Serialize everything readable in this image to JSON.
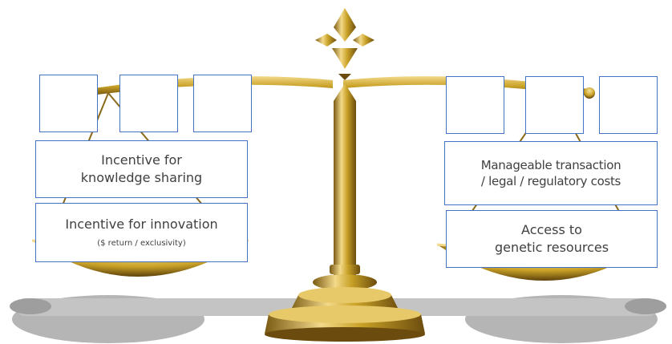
{
  "left_side": {
    "top_box": {
      "line1": "Incentive for",
      "line2": "knowledge sharing"
    },
    "bottom_box": {
      "line1": "Incentive for innovation",
      "line2": "($ return / exclusivity)"
    }
  },
  "right_side": {
    "top_box": {
      "line1": "Manageable transaction",
      "line2": "/ legal / regulatory costs"
    },
    "bottom_box": {
      "line1": "Access to",
      "line2": "genetic resources"
    }
  },
  "colors": {
    "box_border": "#4472c4",
    "text": "#404040",
    "gold_light": "#f3d98a",
    "gold": "#c9a227",
    "gold_dark": "#7a5a12",
    "shadow": "#b8b8b8"
  }
}
